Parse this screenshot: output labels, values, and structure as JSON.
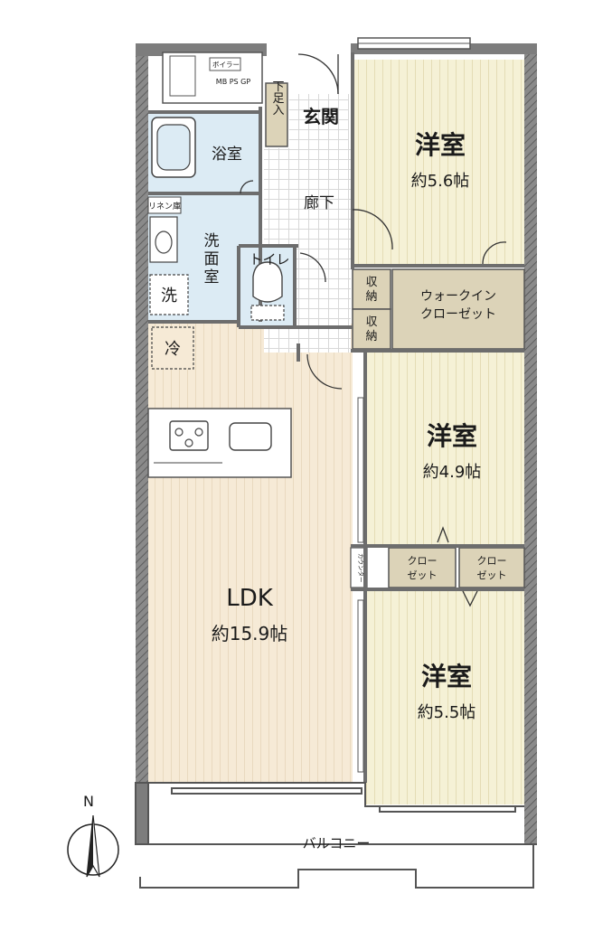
{
  "colors": {
    "wall": "#7d7d7d",
    "wall_dark": "#555555",
    "room_beige": "#f5f1d6",
    "room_ldk": "#f6ead6",
    "wet_blue": "#dcebf4",
    "closet": "#dcd3b8",
    "floor_white": "#ffffff",
    "tile_grid": "#cfcfcf"
  },
  "rooms": {
    "bed1_name": "洋室",
    "bed1_size": "約5.6帖",
    "bed2_name": "洋室",
    "bed2_size": "約4.9帖",
    "bed3_name": "洋室",
    "bed3_size": "約5.5帖",
    "ldk_name": "LDK",
    "ldk_size": "約15.9帖",
    "entrance": "玄関",
    "getabako": "下足入",
    "bath": "浴室",
    "washroom_line1": "洗",
    "washroom_line2": "面",
    "washroom_line3": "室",
    "laundry": "洗",
    "linen": "リネン庫",
    "toilet": "トイレ",
    "hallway": "廊下",
    "storage1_line1": "収",
    "storage1_line2": "納",
    "storage2_line1": "収",
    "storage2_line2": "納",
    "wic_line1": "ウォークイン",
    "wic_line2": "クローゼット",
    "closet1_line1": "クロー",
    "closet1_line2": "ゼット",
    "closet2_line1": "クロー",
    "closet2_line2": "ゼット",
    "counter": "カウンター",
    "fridge": "冷",
    "balcony": "バルコニー",
    "ps": "PS",
    "boiler": "ボイラー",
    "mb_ps_gp": "MB PS GP"
  },
  "compass": {
    "label": "N",
    "icon": "north-arrow-icon"
  }
}
